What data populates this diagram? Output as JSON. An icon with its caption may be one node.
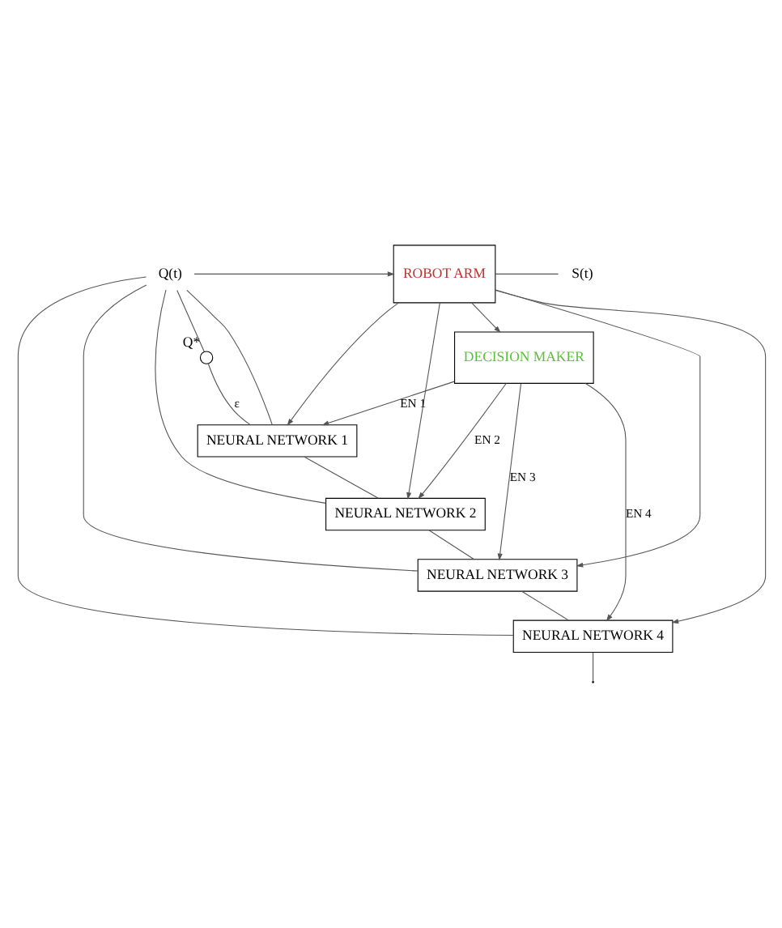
{
  "diagram": {
    "nodes": [
      {
        "text": [
          "Q(t)"
        ]
      },
      {
        "text": [
          "ROBOT ARM"
        ]
      },
      {
        "text": [
          "S(t)"
        ]
      },
      {
        "text": [],
        "shape": "circle",
        "beside": [
          "Q*"
        ]
      },
      {
        "text": [
          "NEURAL NETWORK 1"
        ]
      },
      {
        "text": [
          "NEURAL NETWORK 2"
        ]
      },
      {
        "text": [
          "NEURAL NETWORK 3"
        ]
      },
      {
        "text": [
          "NEURAL NETWORK 4"
        ]
      },
      {
        "text": [
          "DECISION MAKER"
        ]
      }
    ],
    "edges": [
      {
        "from": 0,
        "to": 1,
        "arrow": "to"
      },
      {
        "from": 1,
        "to": 2,
        "arrow": "none"
      },
      {
        "from": 0,
        "to": 3,
        "arrow": "none"
      },
      {
        "from": 3,
        "to": 4,
        "arrow": "none",
        "label": "ε"
      },
      {
        "from": 0,
        "to": 4,
        "arrow": "none"
      },
      {
        "from": 0,
        "to": 5,
        "arrow": "none"
      },
      {
        "from": 0,
        "to": 6,
        "arrow": "none"
      },
      {
        "from": 0,
        "to": 7,
        "arrow": "none"
      },
      {
        "from": 1,
        "to": 4,
        "arrow": "to"
      },
      {
        "from": 1,
        "to": 5,
        "arrow": "to"
      },
      {
        "from": 1,
        "to": 6,
        "arrow": "to"
      },
      {
        "from": 1,
        "to": 7,
        "arrow": "to"
      },
      {
        "from": 1,
        "to": 8,
        "arrow": "to"
      },
      {
        "from": 8,
        "to": 4,
        "arrow": "to",
        "label": "EN 1"
      },
      {
        "from": 8,
        "to": 5,
        "arrow": "to",
        "label": "EN 2"
      },
      {
        "from": 8,
        "to": 6,
        "arrow": "to",
        "label": "EN 3"
      },
      {
        "from": 8,
        "to": 7,
        "arrow": "to",
        "label": "EN 4"
      },
      {
        "from": 4,
        "to": 5,
        "arrow": "none"
      },
      {
        "from": 5,
        "to": 6,
        "arrow": "none"
      },
      {
        "from": 6,
        "to": 7,
        "arrow": "none"
      },
      {
        "from": 7,
        "to": null,
        "arrow": "none"
      }
    ]
  }
}
